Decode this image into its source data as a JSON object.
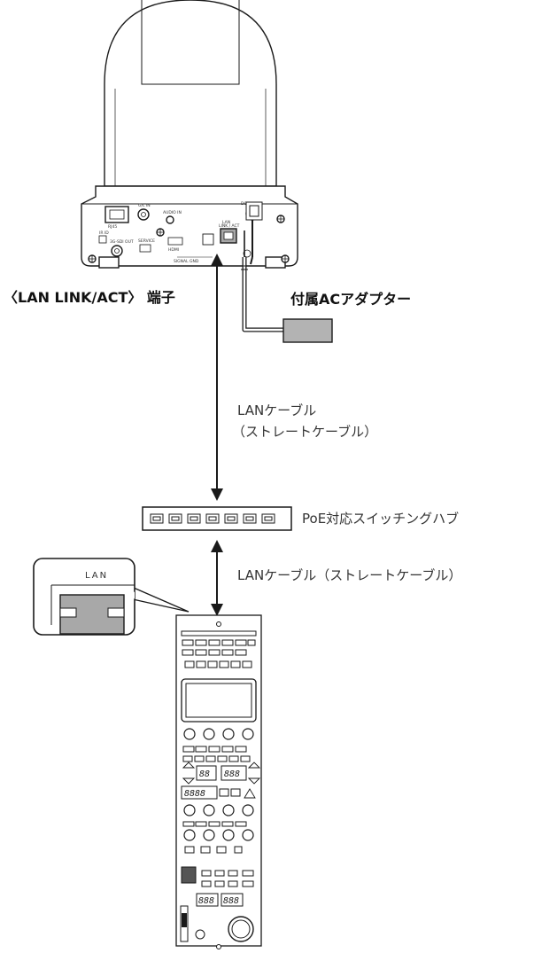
{
  "labels": {
    "lan_terminal": "〈LAN LINK/ACT〉 端子",
    "ac_adapter": "付属ACアダプター",
    "cable_top_line1": "LANケーブル",
    "cable_top_line2": "（ストレートケーブル）",
    "switch_hub": "PoE対応スイッチングハブ",
    "cable_bottom": "LANケーブル（ストレートケーブル）",
    "callout_lan": "LAN"
  },
  "camera_panel_labels": {
    "rj45": "RJ45",
    "g_l_in": "G/L IN",
    "audio_in": "AUDIO IN",
    "dc_in": "DC IN 12V",
    "lan_link_act": "LINK / ACT",
    "lan": "LAN",
    "hdmi": "HDMI",
    "sdi_out": "3G-SDI OUT",
    "service": "SERVICE",
    "ir_id": "IR ID",
    "signal_gnd": "SIGNAL GND"
  },
  "controller_digits": {
    "row1_a": "88",
    "row1_b": "888",
    "row2": "8888",
    "row3_a": "888",
    "row3_b": "888"
  },
  "colors": {
    "line": "#1a1a1a",
    "camera_body": "#ffffff",
    "adapter_fill": "#b3b3b3",
    "port_fill": "#a8a8a8",
    "panel_fill": "#f4f4f4"
  }
}
